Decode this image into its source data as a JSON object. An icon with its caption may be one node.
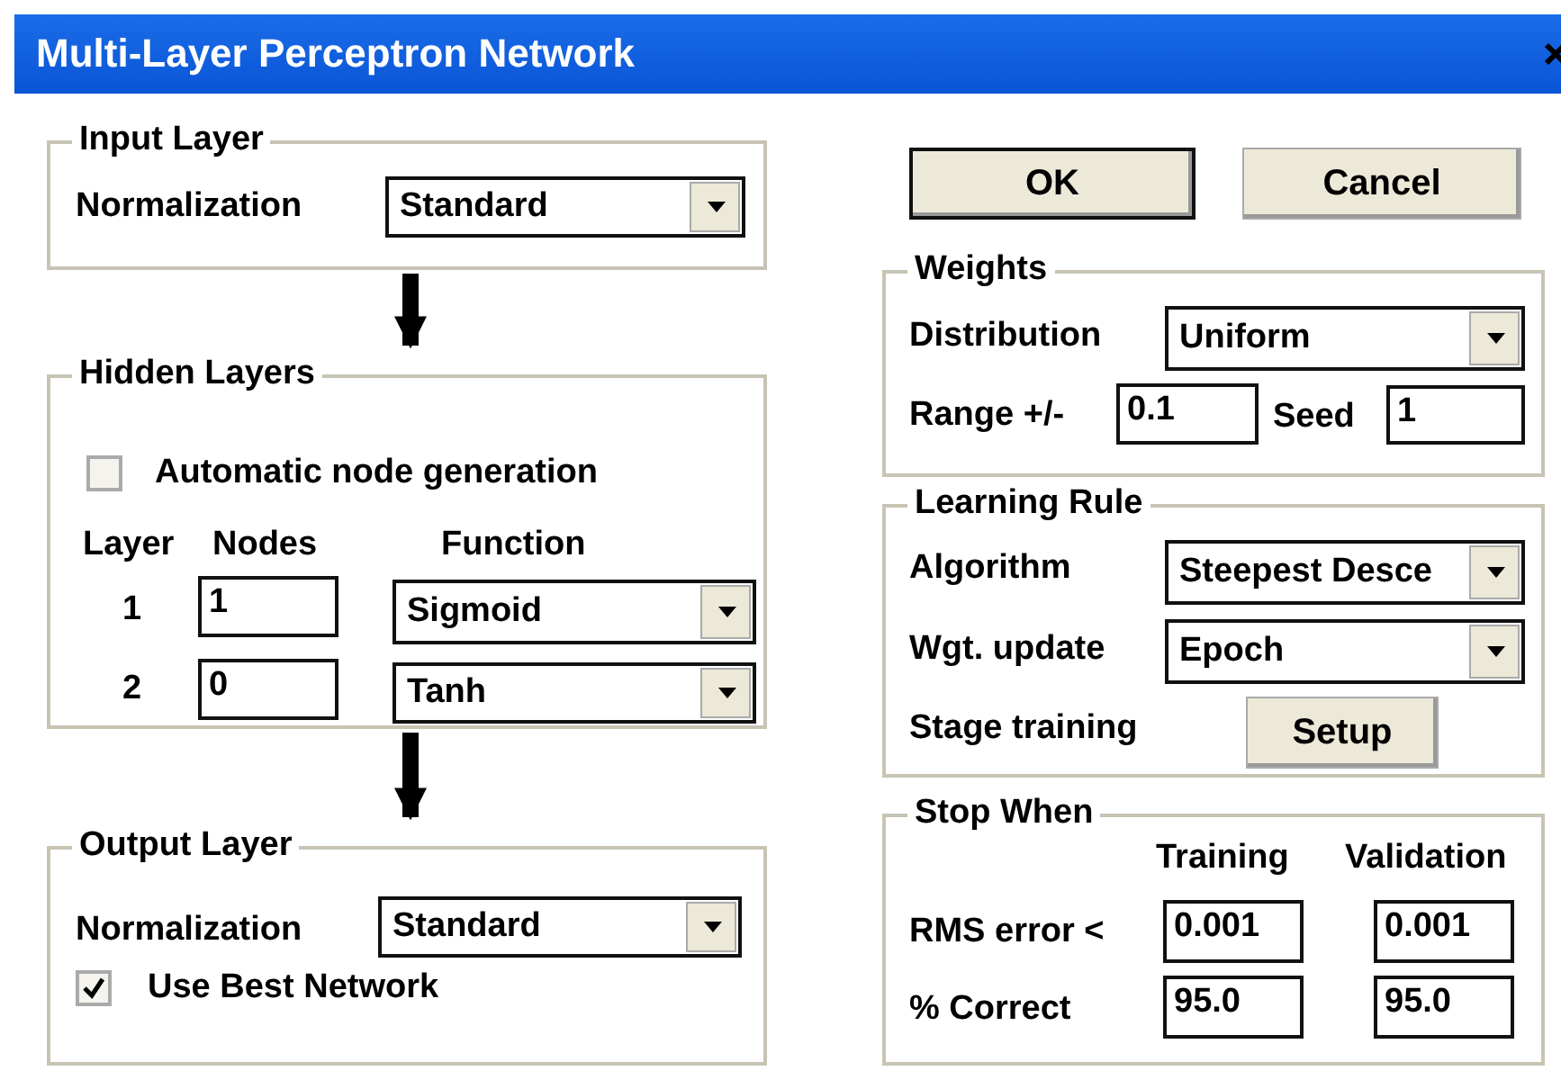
{
  "diagram": {
    "title": "Multi-Layer Perceptron Network",
    "nodes": [
      {
        "text": [
          "Input Layer"
        ]
      },
      {
        "text": [
          "Standard"
        ],
        "in": 0
      },
      {
        "text": [
          "Hidden Layers"
        ]
      },
      {
        "text": [
          "1"
        ],
        "in": 2
      },
      {
        "text": [
          "Sigmoid"
        ],
        "in": 2
      },
      {
        "text": [
          "0"
        ],
        "in": 2
      },
      {
        "text": [
          "Tanh"
        ],
        "in": 2
      },
      {
        "text": [
          "Output Layer"
        ]
      },
      {
        "text": [
          "Standard"
        ],
        "in": 7
      },
      {
        "text": [
          "OK"
        ]
      },
      {
        "text": [
          "Cancel"
        ]
      },
      {
        "text": [
          "Weights"
        ]
      },
      {
        "text": [
          "Uniform"
        ],
        "in": 11
      },
      {
        "text": [
          "0.1"
        ],
        "in": 11
      },
      {
        "text": [
          "1"
        ],
        "in": 11
      },
      {
        "text": [
          "Learning Rule"
        ]
      },
      {
        "text": [
          "Steepest Desce"
        ],
        "in": 15
      },
      {
        "text": [
          "Epoch"
        ],
        "in": 15
      },
      {
        "text": [
          "Setup"
        ],
        "in": 15
      },
      {
        "text": [
          "Stop When"
        ]
      },
      {
        "text": [
          "0.001"
        ],
        "in": 19
      },
      {
        "text": [
          "0.001"
        ],
        "in": 19
      },
      {
        "text": [
          "95.0"
        ],
        "in": 19
      },
      {
        "text": [
          "95.0"
        ],
        "in": 19
      }
    ],
    "edges": [
      {
        "from": 0,
        "to": 2,
        "arrow": "to"
      },
      {
        "from": 2,
        "to": 7,
        "arrow": "to"
      }
    ],
    "labels": [
      "Normalization",
      "Automatic node generation",
      "Layer",
      "Nodes",
      "Function",
      "1",
      "2",
      "Normalization",
      "Use Best Network",
      "Distribution",
      "Range +/-",
      "Seed",
      "Algorithm",
      "Wgt. update",
      "Stage training",
      "Training",
      "Validation",
      "RMS error <",
      "% Correct"
    ]
  }
}
